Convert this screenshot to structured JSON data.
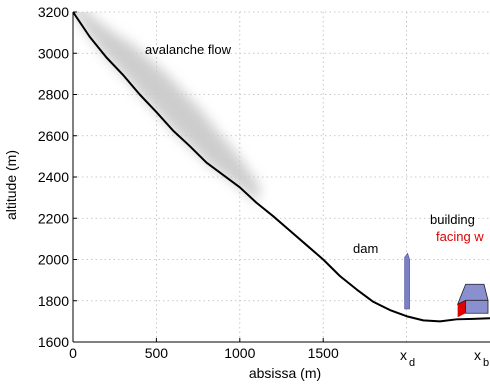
{
  "chart_data": {
    "type": "line",
    "title": "",
    "xlabel": "absissa (m)",
    "ylabel": "altitude (m)",
    "xlim": [
      0,
      2500
    ],
    "ylim": [
      1600,
      3200
    ],
    "grid": true,
    "x_ticks": [
      "0",
      "500",
      "1000",
      "1500"
    ],
    "y_ticks": [
      "1600",
      "1800",
      "2000",
      "2200",
      "2400",
      "2600",
      "2800",
      "3000",
      "3200"
    ],
    "series": [
      {
        "name": "",
        "color": "#000000",
        "x": [
          0,
          100,
          200,
          300,
          400,
          500,
          600,
          700,
          800,
          900,
          1000,
          1100,
          1200,
          1300,
          1400,
          1500,
          1600,
          1700,
          1800,
          1900,
          2000,
          2100,
          2200,
          2300,
          2400,
          2500
        ],
        "y": [
          3200,
          3080,
          2980,
          2895,
          2800,
          2715,
          2625,
          2550,
          2470,
          2410,
          2350,
          2275,
          2210,
          2140,
          2070,
          2000,
          1920,
          1855,
          1795,
          1755,
          1725,
          1705,
          1700,
          1710,
          1712,
          1715
        ]
      }
    ],
    "annotations": {
      "flow_label": "avalanche flow",
      "dam_label": "dam",
      "building_label": "building",
      "facing_label": "facing w",
      "xd_label": "x",
      "xd_sub": "d",
      "xb_label": "x",
      "xb_sub": "b"
    },
    "colors": {
      "flow": "#c8c8c8",
      "dam": "#7b7fc4",
      "building": "#8a8fd0",
      "facing": "#e00000"
    },
    "features": {
      "flow_x_range": [
        0,
        1150
      ],
      "dam_x": 2000,
      "dam_y_range": [
        1760,
        2030
      ],
      "building_x_range": [
        2270,
        2500
      ],
      "building_y_range": [
        1720,
        1880
      ]
    }
  }
}
